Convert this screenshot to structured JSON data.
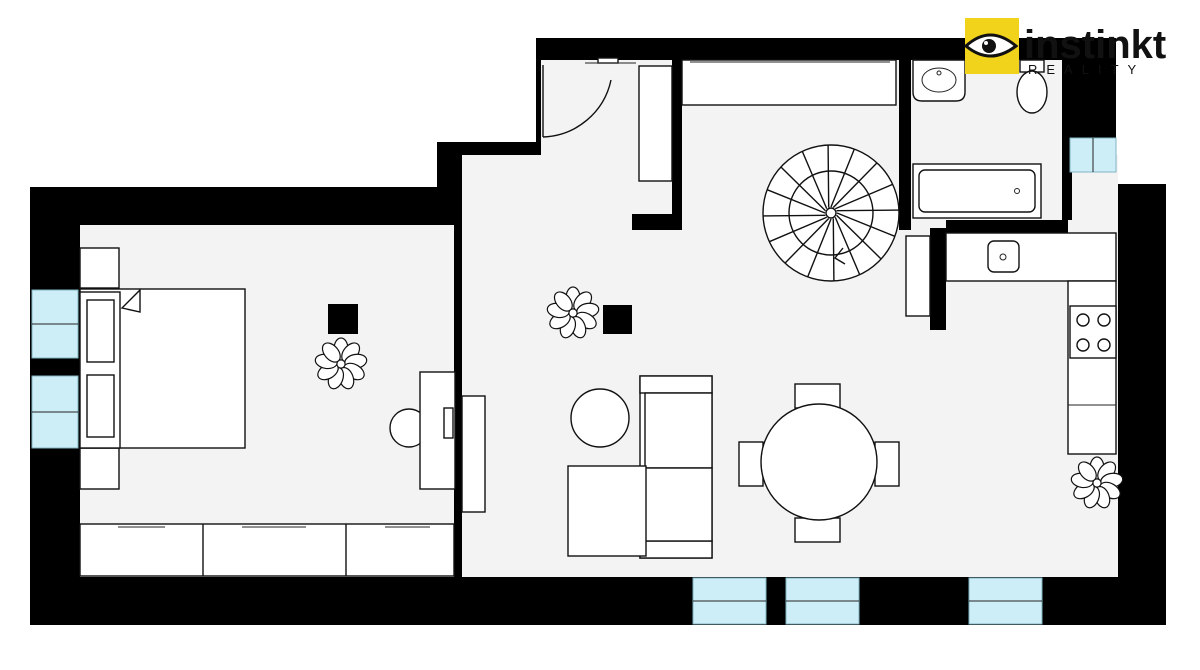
{
  "logo": {
    "brand": "instinkt",
    "tagline": "REALITY",
    "accent_color": "#f2d31c",
    "icon": "eye-icon"
  },
  "colors": {
    "walls": "#000000",
    "floor": "#f3f3f3",
    "windows": "#cdeef6",
    "furniture": "#ffffff"
  },
  "rooms": [
    {
      "id": "bedroom",
      "furniture": [
        "double-bed",
        "nightstands",
        "desk",
        "stool",
        "wardrobe",
        "plant",
        "column"
      ]
    },
    {
      "id": "living-kitchen",
      "furniture": [
        "spiral-staircase",
        "sofa",
        "armchair",
        "side-table",
        "dining-table",
        "chairs",
        "kitchen-counter",
        "stove",
        "sink",
        "plant",
        "column",
        "tv-unit"
      ]
    },
    {
      "id": "bathroom",
      "furniture": [
        "bathtub",
        "toilet",
        "washbasin"
      ]
    },
    {
      "id": "entrance-hall",
      "furniture": [
        "entry-door",
        "wardrobe",
        "bench"
      ]
    }
  ]
}
